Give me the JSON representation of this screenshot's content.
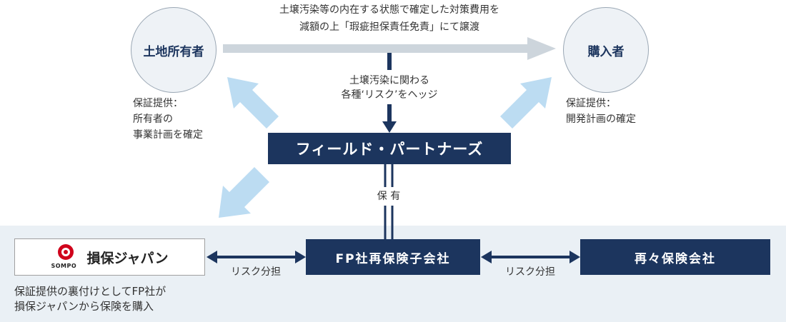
{
  "nodes": {
    "landowner": "土地所有者",
    "buyer": "購入者",
    "fieldpartners": "フィールド・パートナーズ",
    "fp_subsidiary": "FP社再保険子会社",
    "reinsurer": "再々保険会社",
    "sompo_brand": "損保ジャパン",
    "sompo_logo_word": "SOMPO"
  },
  "labels": {
    "transfer_line1": "土壌汚染等の内在する状態で確定した対策費用を",
    "transfer_line2": "減額の上「瑕疵担保責任免責」にて譲渡",
    "hedge_line1": "土壌汚染に関わる",
    "hedge_line2": "各種‘リスク’をヘッジ",
    "left_guarantee_line1": "保証提供：",
    "left_guarantee_line2": "所有者の",
    "left_guarantee_line3": "事業計画を確定",
    "right_guarantee_line1": "保証提供：",
    "right_guarantee_line2": "開発計画の確定",
    "holding": "保 有",
    "risk_share_left": "リスク分担",
    "risk_share_right": "リスク分担",
    "sompo_note_line1": "保証提供の裏付けとしてFP社が",
    "sompo_note_line2": "損保ジャパンから保険を購入"
  },
  "colors": {
    "navy": "#1c355e",
    "gray_arrow": "#cdd5dc",
    "light_blue_arrow": "#bcdcf2",
    "band": "#eaf0f5",
    "sompo_red": "#d0021b"
  }
}
